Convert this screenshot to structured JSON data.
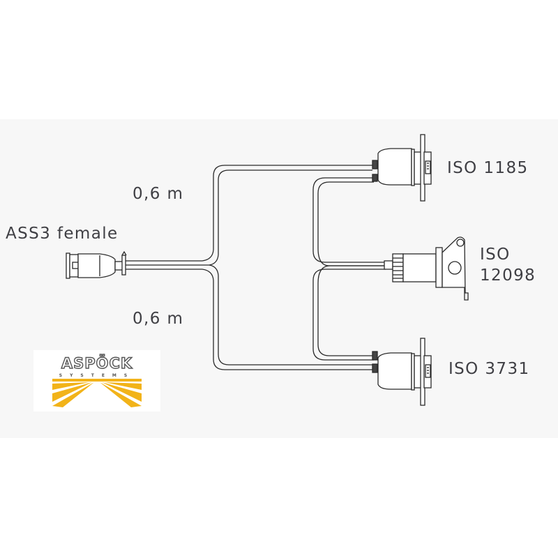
{
  "labels": {
    "source_connector": "ASS3 female",
    "upper_length": "0,6 m",
    "lower_length": "0,6 m",
    "connector_top": "ISO 1185",
    "connector_middle_line1": "ISO",
    "connector_middle_line2": "12098",
    "connector_bottom": "ISO 3731"
  },
  "logo": {
    "brand": "ASPÖCK",
    "subtitle": "SYSTEMS",
    "accent_color": "#f2b319",
    "text_color": "#555555"
  },
  "colors": {
    "panel_background": "#f7f7f7",
    "line": "#2a2a2a",
    "text": "#3f3f44"
  }
}
